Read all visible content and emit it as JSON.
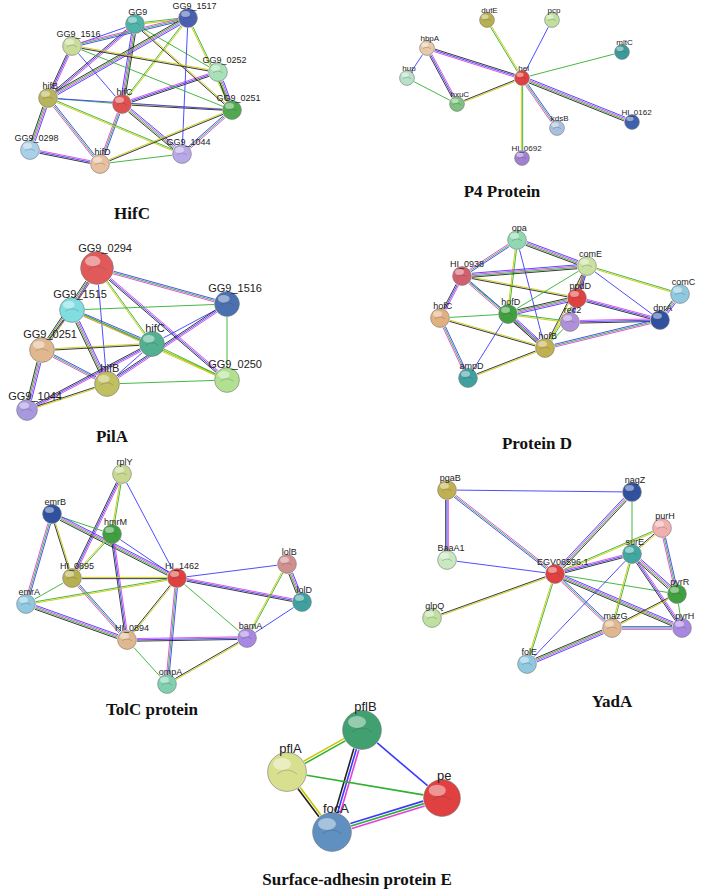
{
  "diagram": {
    "nodes": [
      {
        "text": [
          "GG9"
        ]
      },
      {
        "text": [
          "GG9_1517"
        ]
      },
      {
        "text": [
          "GG9_1516"
        ]
      },
      {
        "text": [
          "GG9_0252"
        ]
      },
      {
        "text": [
          "hifB"
        ]
      },
      {
        "text": [
          "hifC"
        ]
      },
      {
        "text": [
          "GG9_0251"
        ]
      },
      {
        "text": [
          "GG9_0298"
        ]
      },
      {
        "text": [
          "hifD"
        ]
      },
      {
        "text": [
          "GG9_1044"
        ]
      },
      {
        "text": [
          "dutE"
        ]
      },
      {
        "text": [
          "pcp"
        ]
      },
      {
        "text": [
          "hbpA"
        ]
      },
      {
        "text": [
          "hup"
        ]
      },
      {
        "text": [
          "hel"
        ]
      },
      {
        "text": [
          "mltC"
        ]
      },
      {
        "text": [
          "hxuC"
        ]
      },
      {
        "text": [
          "kdsB"
        ]
      },
      {
        "text": [
          "HI_0162"
        ]
      },
      {
        "text": [
          "HI_0692"
        ]
      },
      {
        "text": [
          "GG9_0294"
        ]
      },
      {
        "text": [
          "GG9_1515"
        ]
      },
      {
        "text": [
          "GG9_1516"
        ]
      },
      {
        "text": [
          "GG9_0251"
        ]
      },
      {
        "text": [
          "hifC"
        ]
      },
      {
        "text": [
          "GG9_0250"
        ]
      },
      {
        "text": [
          "hifB"
        ]
      },
      {
        "text": [
          "GG9_1044"
        ]
      },
      {
        "text": [
          "opa"
        ]
      },
      {
        "text": [
          "HI_0938"
        ]
      },
      {
        "text": [
          "comE"
        ]
      },
      {
        "text": [
          "comC"
        ]
      },
      {
        "text": [
          "ppdD"
        ]
      },
      {
        "text": [
          "hofC"
        ]
      },
      {
        "text": [
          "hofD"
        ]
      },
      {
        "text": [
          "rec2"
        ]
      },
      {
        "text": [
          "dprA"
        ]
      },
      {
        "text": [
          "hofB"
        ]
      },
      {
        "text": [
          "ampD"
        ]
      },
      {
        "text": [
          "rplY"
        ]
      },
      {
        "text": [
          "emrB"
        ]
      },
      {
        "text": [
          "hmrM"
        ]
      },
      {
        "text": [
          "HI_0895"
        ]
      },
      {
        "text": [
          "emrA"
        ]
      },
      {
        "text": [
          "HI_1462"
        ]
      },
      {
        "text": [
          "lolB"
        ]
      },
      {
        "text": [
          "lolD"
        ]
      },
      {
        "text": [
          "HI_0894"
        ]
      },
      {
        "text": [
          "bamA"
        ]
      },
      {
        "text": [
          "ompA"
        ]
      },
      {
        "text": [
          "pgaB"
        ]
      },
      {
        "text": [
          "nagZ"
        ]
      },
      {
        "text": [
          "purH"
        ]
      },
      {
        "text": [
          "BaaA1"
        ]
      },
      {
        "text": [
          "EGV06596.1"
        ]
      },
      {
        "text": [
          "surE"
        ]
      },
      {
        "text": [
          "pyrR"
        ]
      },
      {
        "text": [
          "glpQ"
        ]
      },
      {
        "text": [
          "mazG"
        ]
      },
      {
        "text": [
          "pyrH"
        ]
      },
      {
        "text": [
          "folE"
        ]
      },
      {
        "text": [
          "pflB"
        ]
      },
      {
        "text": [
          "pflA"
        ]
      },
      {
        "text": [
          "pe"
        ]
      },
      {
        "text": [
          "focA"
        ]
      }
    ],
    "edges": [
      {
        "from": 5,
        "to": 0,
        "arrow": "none"
      },
      {
        "from": 5,
        "to": 1,
        "arrow": "none"
      },
      {
        "from": 5,
        "to": 2,
        "arrow": "none"
      },
      {
        "from": 5,
        "to": 3,
        "arrow": "none"
      },
      {
        "from": 5,
        "to": 4,
        "arrow": "none"
      },
      {
        "from": 5,
        "to": 6,
        "arrow": "none"
      },
      {
        "from": 5,
        "to": 8,
        "arrow": "none"
      },
      {
        "from": 5,
        "to": 9,
        "arrow": "none"
      },
      {
        "from": 0,
        "to": 1,
        "arrow": "none"
      },
      {
        "from": 0,
        "to": 2,
        "arrow": "none"
      },
      {
        "from": 0,
        "to": 4,
        "arrow": "none"
      },
      {
        "from": 0,
        "to": 3,
        "arrow": "none"
      },
      {
        "from": 0,
        "to": 6,
        "arrow": "none"
      },
      {
        "from": 1,
        "to": 2,
        "arrow": "none"
      },
      {
        "from": 1,
        "to": 4,
        "arrow": "none"
      },
      {
        "from": 1,
        "to": 6,
        "arrow": "none"
      },
      {
        "from": 1,
        "to": 9,
        "arrow": "none"
      },
      {
        "from": 2,
        "to": 4,
        "arrow": "none"
      },
      {
        "from": 2,
        "to": 6,
        "arrow": "none"
      },
      {
        "from": 2,
        "to": 3,
        "arrow": "none"
      },
      {
        "from": 4,
        "to": 8,
        "arrow": "none"
      },
      {
        "from": 4,
        "to": 7,
        "arrow": "none"
      },
      {
        "from": 4,
        "to": 9,
        "arrow": "none"
      },
      {
        "from": 4,
        "to": 6,
        "arrow": "none"
      },
      {
        "from": 7,
        "to": 8,
        "arrow": "none"
      },
      {
        "from": 8,
        "to": 9,
        "arrow": "none"
      },
      {
        "from": 8,
        "to": 6,
        "arrow": "none"
      },
      {
        "from": 9,
        "to": 6,
        "arrow": "none"
      },
      {
        "from": 3,
        "to": 6,
        "arrow": "none"
      },
      {
        "from": 14,
        "to": 10,
        "arrow": "none"
      },
      {
        "from": 14,
        "to": 11,
        "arrow": "none"
      },
      {
        "from": 14,
        "to": 12,
        "arrow": "none"
      },
      {
        "from": 14,
        "to": 15,
        "arrow": "none"
      },
      {
        "from": 14,
        "to": 16,
        "arrow": "none"
      },
      {
        "from": 14,
        "to": 17,
        "arrow": "none"
      },
      {
        "from": 14,
        "to": 18,
        "arrow": "none"
      },
      {
        "from": 14,
        "to": 19,
        "arrow": "none"
      },
      {
        "from": 12,
        "to": 13,
        "arrow": "none"
      },
      {
        "from": 12,
        "to": 16,
        "arrow": "none"
      },
      {
        "from": 13,
        "to": 16,
        "arrow": "none"
      },
      {
        "from": 20,
        "to": 21,
        "arrow": "none"
      },
      {
        "from": 20,
        "to": 22,
        "arrow": "none"
      },
      {
        "from": 20,
        "to": 23,
        "arrow": "none"
      },
      {
        "from": 20,
        "to": 24,
        "arrow": "none"
      },
      {
        "from": 20,
        "to": 26,
        "arrow": "none"
      },
      {
        "from": 20,
        "to": 25,
        "arrow": "none"
      },
      {
        "from": 21,
        "to": 22,
        "arrow": "none"
      },
      {
        "from": 21,
        "to": 23,
        "arrow": "none"
      },
      {
        "from": 21,
        "to": 24,
        "arrow": "none"
      },
      {
        "from": 21,
        "to": 26,
        "arrow": "none"
      },
      {
        "from": 21,
        "to": 25,
        "arrow": "none"
      },
      {
        "from": 22,
        "to": 24,
        "arrow": "none"
      },
      {
        "from": 22,
        "to": 26,
        "arrow": "none"
      },
      {
        "from": 22,
        "to": 25,
        "arrow": "none"
      },
      {
        "from": 23,
        "to": 24,
        "arrow": "none"
      },
      {
        "from": 23,
        "to": 26,
        "arrow": "none"
      },
      {
        "from": 23,
        "to": 27,
        "arrow": "none"
      },
      {
        "from": 24,
        "to": 25,
        "arrow": "none"
      },
      {
        "from": 24,
        "to": 26,
        "arrow": "none"
      },
      {
        "from": 24,
        "to": 27,
        "arrow": "none"
      },
      {
        "from": 26,
        "to": 25,
        "arrow": "none"
      },
      {
        "from": 26,
        "to": 27,
        "arrow": "none"
      },
      {
        "from": 28,
        "to": 29,
        "arrow": "none"
      },
      {
        "from": 28,
        "to": 30,
        "arrow": "none"
      },
      {
        "from": 28,
        "to": 34,
        "arrow": "none"
      },
      {
        "from": 28,
        "to": 37,
        "arrow": "none"
      },
      {
        "from": 29,
        "to": 33,
        "arrow": "none"
      },
      {
        "from": 29,
        "to": 34,
        "arrow": "none"
      },
      {
        "from": 29,
        "to": 32,
        "arrow": "none"
      },
      {
        "from": 29,
        "to": 37,
        "arrow": "none"
      },
      {
        "from": 29,
        "to": 30,
        "arrow": "none"
      },
      {
        "from": 30,
        "to": 31,
        "arrow": "none"
      },
      {
        "from": 30,
        "to": 36,
        "arrow": "none"
      },
      {
        "from": 30,
        "to": 32,
        "arrow": "none"
      },
      {
        "from": 30,
        "to": 34,
        "arrow": "none"
      },
      {
        "from": 30,
        "to": 37,
        "arrow": "none"
      },
      {
        "from": 30,
        "to": 35,
        "arrow": "none"
      },
      {
        "from": 32,
        "to": 34,
        "arrow": "none"
      },
      {
        "from": 32,
        "to": 37,
        "arrow": "none"
      },
      {
        "from": 32,
        "to": 35,
        "arrow": "none"
      },
      {
        "from": 32,
        "to": 36,
        "arrow": "none"
      },
      {
        "from": 33,
        "to": 34,
        "arrow": "none"
      },
      {
        "from": 33,
        "to": 37,
        "arrow": "none"
      },
      {
        "from": 33,
        "to": 38,
        "arrow": "none"
      },
      {
        "from": 34,
        "to": 37,
        "arrow": "none"
      },
      {
        "from": 34,
        "to": 35,
        "arrow": "none"
      },
      {
        "from": 34,
        "to": 38,
        "arrow": "none"
      },
      {
        "from": 35,
        "to": 36,
        "arrow": "none"
      },
      {
        "from": 35,
        "to": 37,
        "arrow": "none"
      },
      {
        "from": 37,
        "to": 38,
        "arrow": "none"
      },
      {
        "from": 37,
        "to": 36,
        "arrow": "none"
      },
      {
        "from": 31,
        "to": 36,
        "arrow": "none"
      },
      {
        "from": 39,
        "to": 41,
        "arrow": "none"
      },
      {
        "from": 39,
        "to": 44,
        "arrow": "none"
      },
      {
        "from": 39,
        "to": 42,
        "arrow": "none"
      },
      {
        "from": 40,
        "to": 41,
        "arrow": "none"
      },
      {
        "from": 40,
        "to": 42,
        "arrow": "none"
      },
      {
        "from": 40,
        "to": 43,
        "arrow": "none"
      },
      {
        "from": 40,
        "to": 44,
        "arrow": "none"
      },
      {
        "from": 41,
        "to": 42,
        "arrow": "none"
      },
      {
        "from": 41,
        "to": 44,
        "arrow": "none"
      },
      {
        "from": 41,
        "to": 47,
        "arrow": "none"
      },
      {
        "from": 42,
        "to": 43,
        "arrow": "none"
      },
      {
        "from": 42,
        "to": 44,
        "arrow": "none"
      },
      {
        "from": 42,
        "to": 47,
        "arrow": "none"
      },
      {
        "from": 43,
        "to": 47,
        "arrow": "none"
      },
      {
        "from": 43,
        "to": 44,
        "arrow": "none"
      },
      {
        "from": 44,
        "to": 45,
        "arrow": "none"
      },
      {
        "from": 44,
        "to": 46,
        "arrow": "none"
      },
      {
        "from": 44,
        "to": 48,
        "arrow": "none"
      },
      {
        "from": 44,
        "to": 47,
        "arrow": "none"
      },
      {
        "from": 44,
        "to": 49,
        "arrow": "none"
      },
      {
        "from": 45,
        "to": 46,
        "arrow": "none"
      },
      {
        "from": 45,
        "to": 48,
        "arrow": "none"
      },
      {
        "from": 46,
        "to": 48,
        "arrow": "none"
      },
      {
        "from": 47,
        "to": 48,
        "arrow": "none"
      },
      {
        "from": 47,
        "to": 49,
        "arrow": "none"
      },
      {
        "from": 48,
        "to": 49,
        "arrow": "none"
      },
      {
        "from": 54,
        "to": 50,
        "arrow": "none"
      },
      {
        "from": 54,
        "to": 51,
        "arrow": "none"
      },
      {
        "from": 54,
        "to": 52,
        "arrow": "none"
      },
      {
        "from": 54,
        "to": 53,
        "arrow": "none"
      },
      {
        "from": 54,
        "to": 55,
        "arrow": "none"
      },
      {
        "from": 54,
        "to": 56,
        "arrow": "none"
      },
      {
        "from": 54,
        "to": 57,
        "arrow": "none"
      },
      {
        "from": 54,
        "to": 58,
        "arrow": "none"
      },
      {
        "from": 54,
        "to": 59,
        "arrow": "none"
      },
      {
        "from": 54,
        "to": 60,
        "arrow": "none"
      },
      {
        "from": 50,
        "to": 51,
        "arrow": "none"
      },
      {
        "from": 50,
        "to": 53,
        "arrow": "none"
      },
      {
        "from": 51,
        "to": 55,
        "arrow": "none"
      },
      {
        "from": 52,
        "to": 55,
        "arrow": "none"
      },
      {
        "from": 52,
        "to": 56,
        "arrow": "none"
      },
      {
        "from": 55,
        "to": 56,
        "arrow": "none"
      },
      {
        "from": 55,
        "to": 58,
        "arrow": "none"
      },
      {
        "from": 55,
        "to": 60,
        "arrow": "none"
      },
      {
        "from": 55,
        "to": 59,
        "arrow": "none"
      },
      {
        "from": 56,
        "to": 59,
        "arrow": "none"
      },
      {
        "from": 56,
        "to": 58,
        "arrow": "none"
      },
      {
        "from": 58,
        "to": 59,
        "arrow": "none"
      },
      {
        "from": 58,
        "to": 60,
        "arrow": "none"
      },
      {
        "from": 61,
        "to": 62,
        "arrow": "none"
      },
      {
        "from": 61,
        "to": 63,
        "arrow": "none"
      },
      {
        "from": 61,
        "to": 64,
        "arrow": "none"
      },
      {
        "from": 62,
        "to": 63,
        "arrow": "none"
      },
      {
        "from": 62,
        "to": 64,
        "arrow": "none"
      },
      {
        "from": 64,
        "to": 63,
        "arrow": "none"
      }
    ],
    "labels": [
      "HifC",
      "P4 Protein",
      "PilA",
      "Protein D",
      "TolC protein",
      "YadA",
      "Surface-adhesin protein E"
    ]
  }
}
